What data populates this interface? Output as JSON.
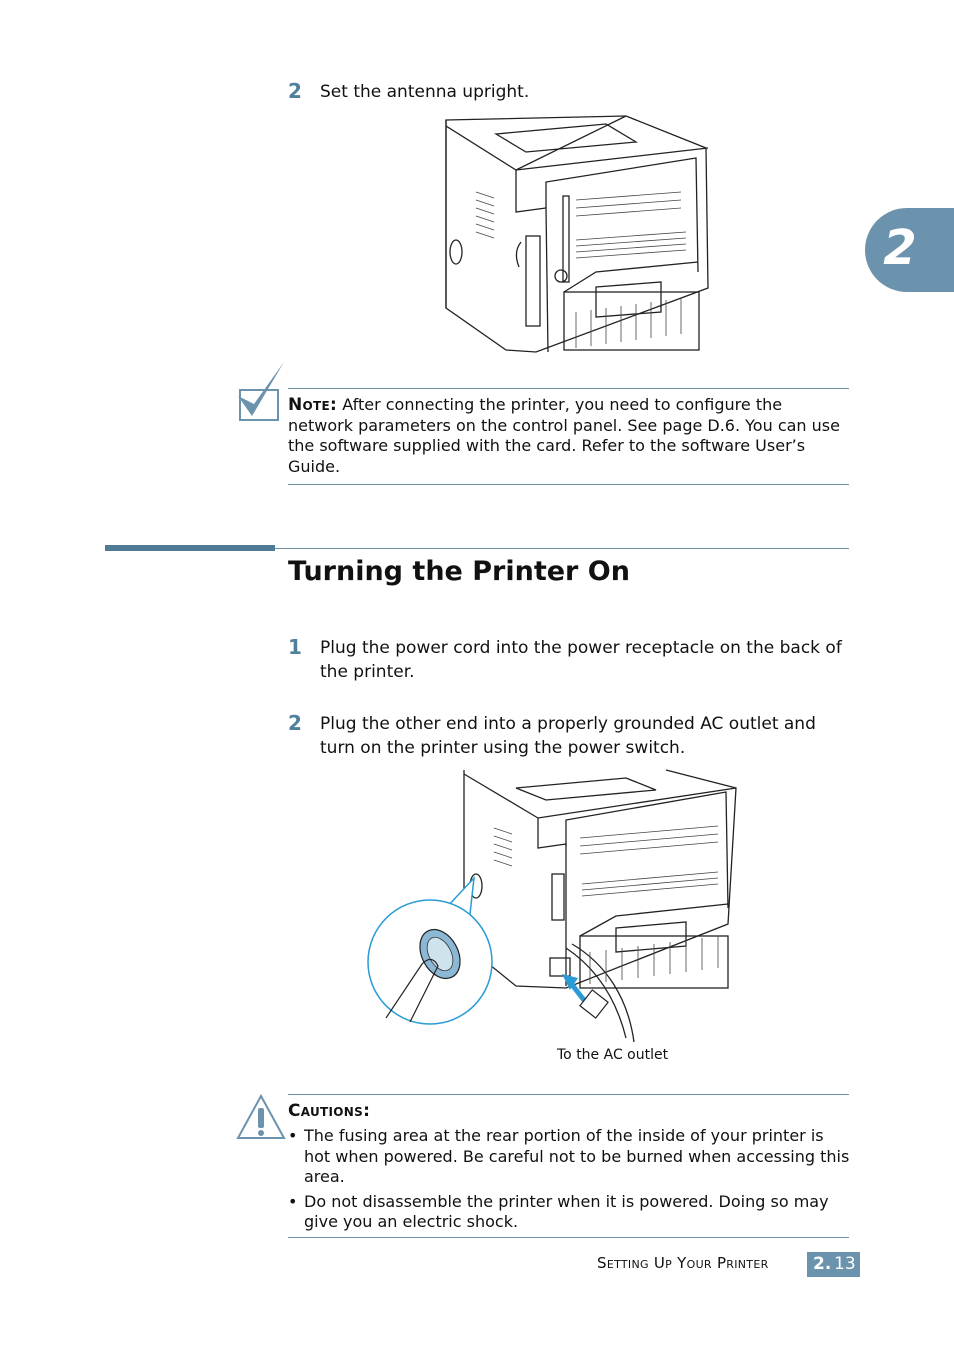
{
  "chapter_tab": "2",
  "step_antenna": {
    "number": "2",
    "text": "Set the antenna upright."
  },
  "note": {
    "label": "Note:",
    "text": "After connecting the printer, you need to configure the network parameters on the control panel. See page D.6. You can use the software supplied with the card. Refer to the software User’s Guide."
  },
  "section": {
    "heading": "Turning the Printer On",
    "steps": [
      {
        "number": "1",
        "text": "Plug the power cord into the power receptacle on the back of the printer."
      },
      {
        "number": "2",
        "text": "Plug the other end into a properly grounded AC outlet and turn on the printer using the power switch."
      }
    ],
    "figure_caption": "To the AC outlet"
  },
  "cautions": {
    "label": "Cautions:",
    "items": [
      "The fusing area at the rear portion of the inside of your printer is hot when powered. Be careful not to be burned when accessing this area.",
      "Do not disassemble the printer when it is powered. Doing so may give you an electric shock."
    ]
  },
  "footer": {
    "title": "Setting Up Your Printer",
    "page_chapter": "2.",
    "page_number": "13"
  },
  "colors": {
    "accent": "#6b93ad",
    "rule": "#6f90a6",
    "step_number": "#4f7f9c"
  }
}
